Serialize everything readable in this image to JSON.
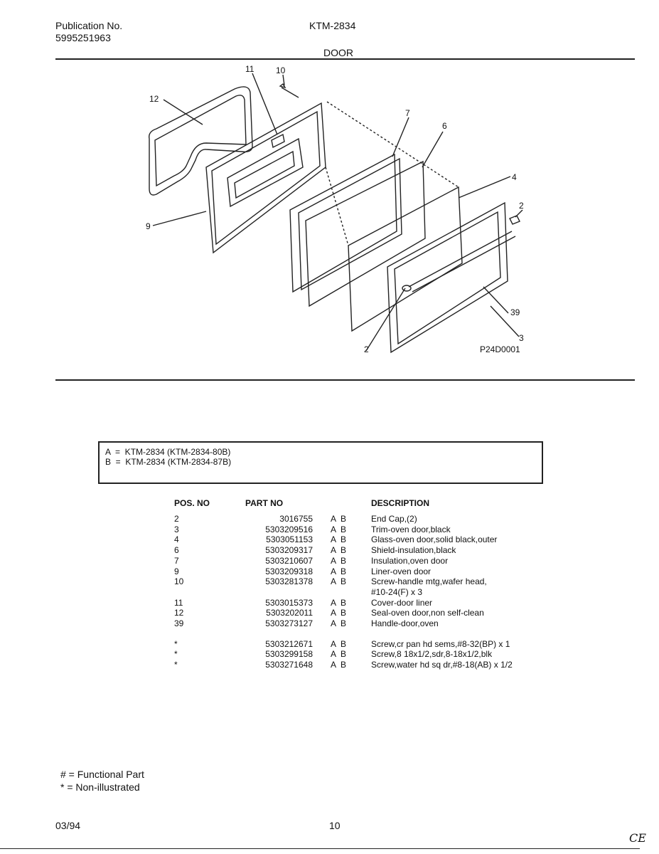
{
  "header": {
    "publication_label": "Publication No.",
    "publication_number": "5995251963",
    "model": "KTM-2834",
    "section": "DOOR"
  },
  "diagram": {
    "figure_code": "P24D0001",
    "callouts": [
      "12",
      "11",
      "10",
      "7",
      "6",
      "4",
      "2",
      "9",
      "39",
      "3",
      "2"
    ]
  },
  "legend": {
    "lines": [
      "A  =  KTM-2834 (KTM-2834-80B)",
      "B  =  KTM-2834 (KTM-2834-87B)"
    ]
  },
  "parts_table": {
    "headers": {
      "pos": "POS. NO",
      "part": "PART NO",
      "ab": "",
      "desc": "DESCRIPTION"
    },
    "rows": [
      {
        "pos": "2",
        "part": "3016755",
        "ab": "A  B",
        "desc": "End Cap,(2)"
      },
      {
        "pos": "3",
        "part": "5303209516",
        "ab": "A  B",
        "desc": "Trim-oven door,black"
      },
      {
        "pos": "4",
        "part": "5303051153",
        "ab": "A  B",
        "desc": "Glass-oven door,solid black,outer"
      },
      {
        "pos": "6",
        "part": "5303209317",
        "ab": "A  B",
        "desc": "Shield-insulation,black"
      },
      {
        "pos": "7",
        "part": "5303210607",
        "ab": "A  B",
        "desc": "Insulation,oven door"
      },
      {
        "pos": "9",
        "part": "5303209318",
        "ab": "A  B",
        "desc": "Liner-oven door"
      },
      {
        "pos": "10",
        "part": "5303281378",
        "ab": "A  B",
        "desc": "Screw-handle mtg,wafer head,"
      },
      {
        "pos": "",
        "part": "",
        "ab": "",
        "desc": "#10-24(F) x 3"
      },
      {
        "pos": "11",
        "part": "5303015373",
        "ab": "A  B",
        "desc": "Cover-door liner"
      },
      {
        "pos": "12",
        "part": "5303202011",
        "ab": "A  B",
        "desc": "Seal-oven door,non self-clean"
      },
      {
        "pos": "39",
        "part": "5303273127",
        "ab": "A  B",
        "desc": "Handle-door,oven"
      }
    ],
    "non_illustrated": [
      {
        "pos": "*",
        "part": "5303212671",
        "ab": "A  B",
        "desc": "Screw,cr pan hd sems,#8-32(BP) x 1"
      },
      {
        "pos": "*",
        "part": "5303299158",
        "ab": "A  B",
        "desc": "Screw,8 18x1/2,sdr,8-18x1/2,blk"
      },
      {
        "pos": "*",
        "part": "5303271648",
        "ab": "A  B",
        "desc": "Screw,water hd sq dr,#8-18(AB) x 1/2"
      }
    ]
  },
  "notes": {
    "functional": "# = Functional Part",
    "non_illustrated": "* = Non-illustrated"
  },
  "footer": {
    "date": "03/94",
    "page": "10",
    "mark": "CE"
  }
}
